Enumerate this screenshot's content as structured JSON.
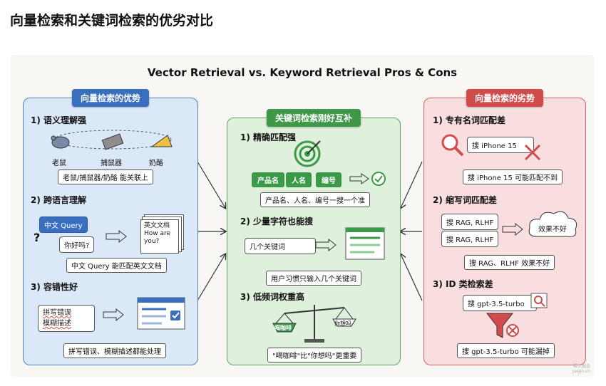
{
  "page_title": "向量检索和关键词检索的优劣对比",
  "diagram_title": "Vector Retrieval vs. Keyword Retrieval Pros & Cons",
  "left": {
    "badge": "向量检索的优势",
    "s1_title": "1) 语义理解强",
    "s1_labels": [
      "老鼠",
      "捕鼠器",
      "奶酪"
    ],
    "s1_note": "老鼠/捕鼠器/奶酪 能关联上",
    "s2_title": "2) 跨语言理解",
    "s2_query": "中文 Query",
    "s2_bubble": "你好吗?",
    "s2_doc_title": "英文文档",
    "s2_doc_l1": "How are",
    "s2_doc_l2": "you?",
    "s2_note": "中文 Query 能匹配英文文档",
    "s3_title": "3) 容错性好",
    "s3_l1": "拼写错误",
    "s3_l2": "模糊描述",
    "s3_note": "拼写错误、模糊描述都能处理"
  },
  "middle": {
    "badge": "关键词检索刚好互补",
    "s1_title": "1) 精确匹配强",
    "s1_chips": [
      "产品名",
      "人名",
      "编号"
    ],
    "s1_note": "产品名、人名、编号一搜一个准",
    "s2_title": "2) 少量字符也能搜",
    "s2_input": "几个关键词",
    "s2_note": "用户习惯只输入几个关键词",
    "s3_title": "3) 低频词权重高",
    "s3_pan_left": "喝咖啡",
    "s3_pan_right": "你想吗",
    "s3_note": "\"喝咖啡\"比\"你想吗\"更重要"
  },
  "right": {
    "badge": "向量检索的劣势",
    "s1_title": "1) 专有名词匹配差",
    "s1_search": "搜 iPhone 15",
    "s1_note": "搜 iPhone 15 可能匹配不到",
    "s2_title": "2) 缩写词匹配差",
    "s2_q1": "搜 RAG, RLHF",
    "s2_q2": "搜 RAG, RLHF",
    "s2_cloud": "效果不好",
    "s2_note": "搜 RAG、RLHF 效果不好",
    "s3_title": "3) ID 类检索差",
    "s3_search": "搜 gpt-3.5-turbo",
    "s3_note": "搜 gpt-3.5-turbo 可能漏掉"
  },
  "watermark_l1": "稀土掘金",
  "watermark_l2": "juejin.cn",
  "colors": {
    "blue": "#3a6fc0",
    "green": "#3e9848",
    "red": "#d24b4b"
  }
}
